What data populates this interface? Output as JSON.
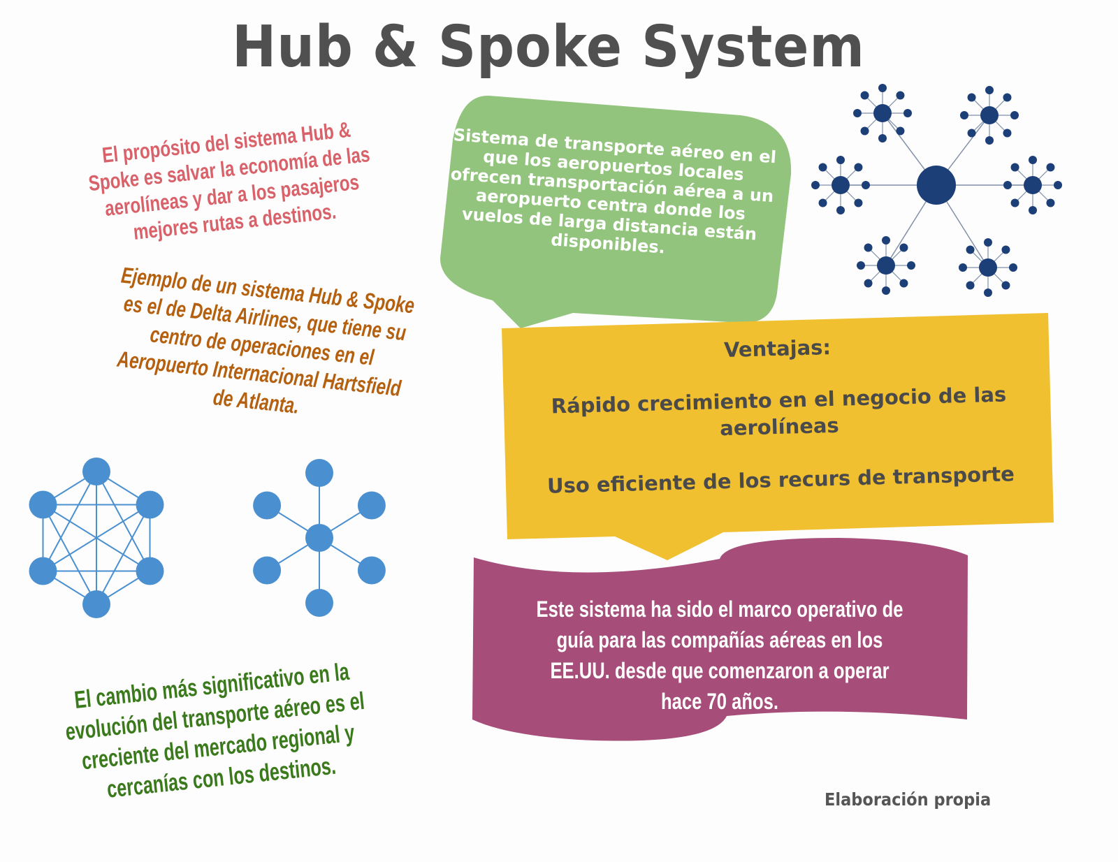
{
  "title": "Hub & Spoke System",
  "purpose_text": "El propósito del sistema Hub & Spoke es salvar la economía de las aerolíneas y dar a los pasajeros mejores rutas a destinos.",
  "example_text": "Ejemplo de un sistema Hub & Spoke es el de Delta Airlines, que tiene su centro de operaciones en el Aeropuerto Internacional Hartsfield de Atlanta.",
  "change_text": "El cambio más significativo en la evolución del transporte aéreo es el creciente del mercado regional y cercanías con los destinos.",
  "definition_text": "Sistema de transporte aéreo en el que los aeropuertos locales ofrecen transportación aérea a un aeropuerto centra donde los vuelos de larga distancia están disponibles.",
  "advantages": {
    "heading": "Ventajas:",
    "items": [
      "Rápido crecimiento en el negocio de las aerolíneas",
      "Uso eficiente de los recurs de transporte"
    ]
  },
  "history_text": "Este sistema ha sido el marco operativo de guía para las compañías aéreas en los EE.UU. desde que comenzaron a operar hace 70 años.",
  "credit": "Elaboración propia",
  "colors": {
    "title": "#505050",
    "purpose": "#d9626a",
    "example": "#b4600f",
    "change": "#3b7a1c",
    "green_bubble": "#93c47d",
    "yellow_box": "#f0c030",
    "purple_banner": "#a64d79",
    "network_blue": "#4a90d0",
    "snowflake_navy": "#1c3f78"
  }
}
